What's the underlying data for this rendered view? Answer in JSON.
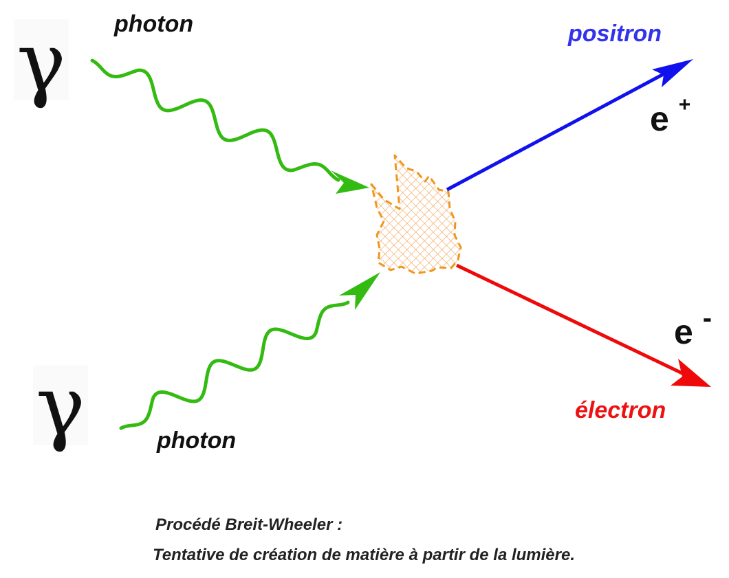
{
  "diagram": {
    "incoming": {
      "top": {
        "symbol": "γ",
        "label": "photon"
      },
      "bottom": {
        "symbol": "γ",
        "label": "photon"
      }
    },
    "outgoing": {
      "positron": {
        "label": "positron",
        "symbol_base": "e",
        "symbol_sup": "+"
      },
      "electron": {
        "label": "électron",
        "symbol_base": "e",
        "symbol_sup": "-"
      }
    },
    "caption": {
      "line1": "Procédé Breit-Wheeler :",
      "line2": "Tentative de création de matière à partir de la lumière."
    }
  },
  "colors": {
    "photon": "#33bb11",
    "positron": "#1111ee",
    "positron_label": "#3333ee",
    "electron": "#ee0a0a",
    "electron_label": "#ee1111",
    "interaction_stroke": "#f0961e",
    "interaction_hatch": "#f0a050",
    "text": "#111111"
  }
}
